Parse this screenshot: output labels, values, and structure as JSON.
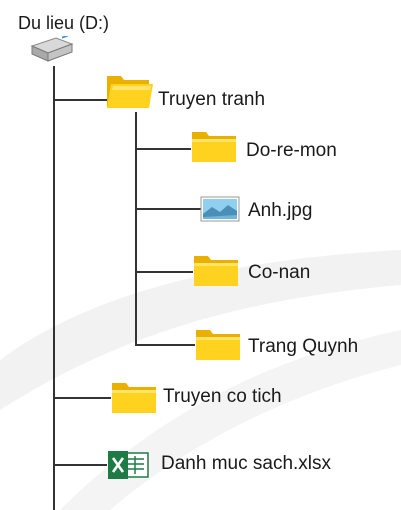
{
  "drive": {
    "label": "Du lieu (D:)",
    "icon": "hard-drive-icon"
  },
  "tree": {
    "folder_main": {
      "label": "Truyen tranh",
      "icon": "folder-open-icon"
    },
    "children": [
      {
        "label": "Do-re-mon",
        "icon": "folder-icon"
      },
      {
        "label": "Anh.jpg",
        "icon": "image-file-icon"
      },
      {
        "label": "Co-nan",
        "icon": "folder-icon"
      },
      {
        "label": "Trang Quynh",
        "icon": "folder-icon"
      }
    ],
    "siblings": [
      {
        "label": "Truyen co tich",
        "icon": "folder-icon"
      },
      {
        "label": "Danh muc sach.xlsx",
        "icon": "excel-file-icon"
      }
    ]
  },
  "colors": {
    "line": "#333333",
    "folder_fill": "#f7c600",
    "folder_light": "#ffe05a",
    "excel_green": "#1e7b45"
  }
}
